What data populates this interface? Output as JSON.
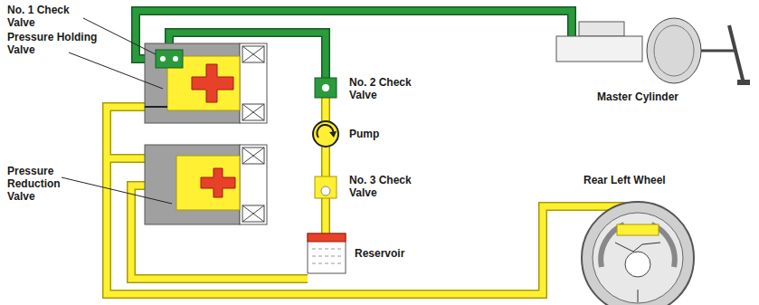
{
  "diagram": {
    "labels": [
      "No. 1 Check Valve",
      "Pressure Holding Valve",
      "Pressure Reduction Valve",
      "No. 2 Check Valve",
      "Pump",
      "No. 3 Check Valve",
      "Reservoir",
      "Master Cylinder",
      "Rear Left Wheel"
    ]
  }
}
